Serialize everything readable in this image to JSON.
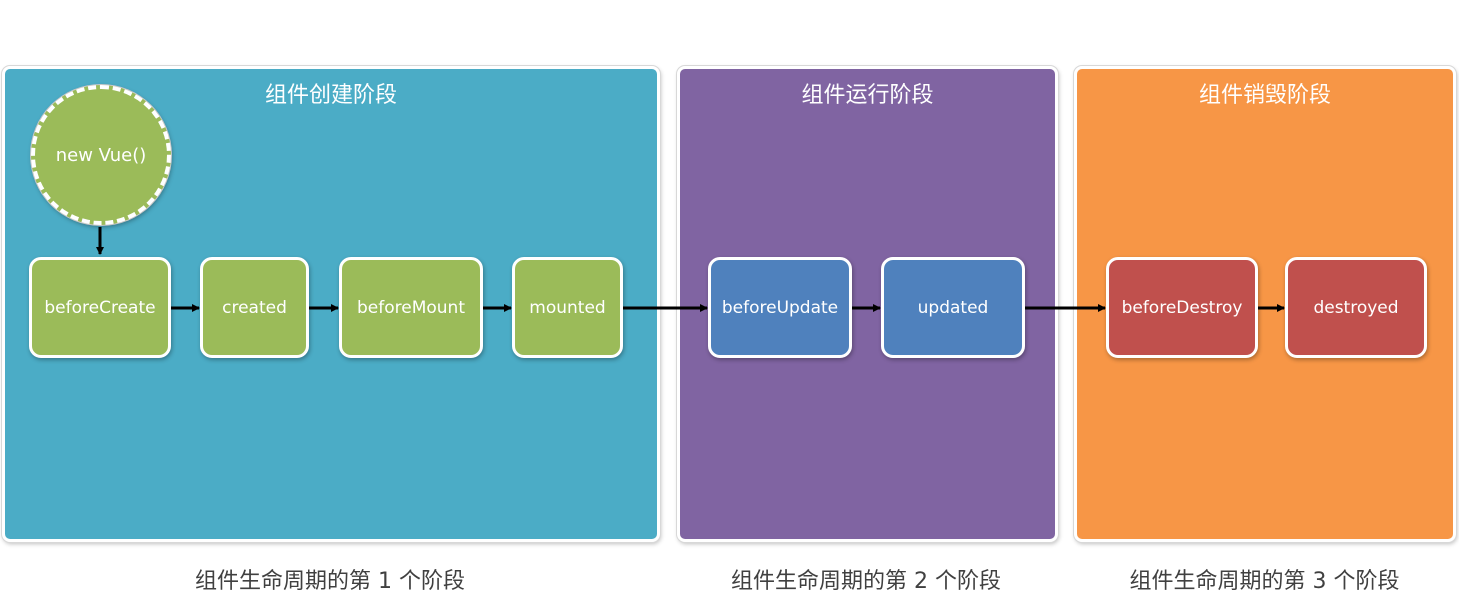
{
  "phases": [
    {
      "title": "组件创建阶段",
      "color": "#4bacc6",
      "caption": "组件生命周期的第 1 个阶段"
    },
    {
      "title": "组件运行阶段",
      "color": "#8064a2",
      "caption": "组件生命周期的第 2 个阶段"
    },
    {
      "title": "组件销毁阶段",
      "color": "#f79646",
      "caption": "组件生命周期的第 3 个阶段"
    }
  ],
  "start_node": "new Vue()",
  "hooks": {
    "beforeCreate": "beforeCreate",
    "created": "created",
    "beforeMount": "beforeMount",
    "mounted": "mounted",
    "beforeUpdate": "beforeUpdate",
    "updated": "updated",
    "beforeDestroy": "beforeDestroy",
    "destroyed": "destroyed"
  },
  "colors": {
    "create_hook": "#9bbb59",
    "update_hook": "#4f81bd",
    "destroy_hook": "#c0504d",
    "arrow": "#000000"
  }
}
